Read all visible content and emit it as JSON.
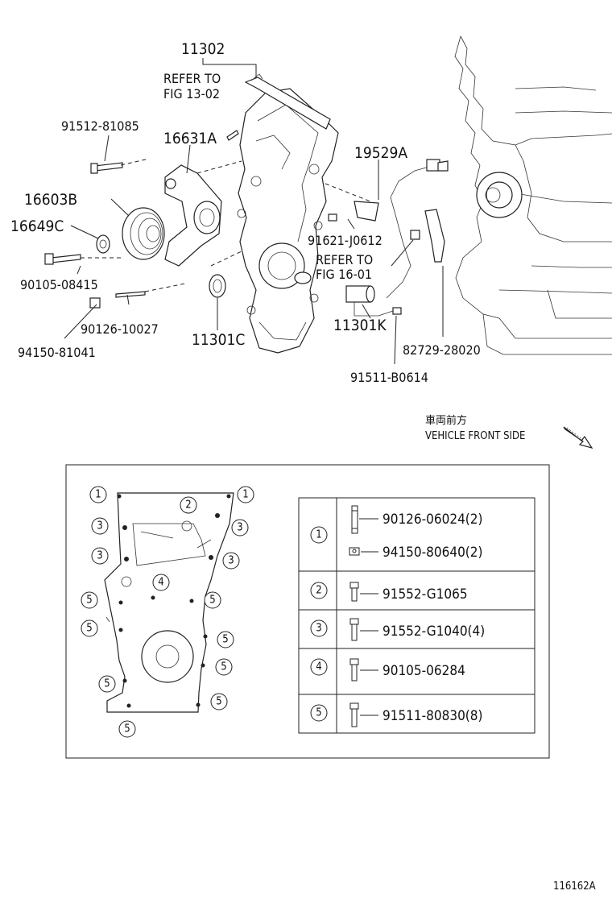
{
  "diagram_id": "116162A",
  "front_side": {
    "jp": "車両前方",
    "en": "VEHICLE FRONT SIDE"
  },
  "callouts": {
    "c11302": "11302",
    "refer1_a": "REFER TO",
    "refer1_b": "FIG 13-02",
    "c91512": "91512-81085",
    "c16631A": "16631A",
    "c16603B": "16603B",
    "c16649C": "16649C",
    "c90105": "90105-08415",
    "c90126": "90126-10027",
    "c94150": "94150-81041",
    "c11301C": "11301C",
    "c19529A": "19529A",
    "c91621": "91621-J0612",
    "refer2_a": "REFER TO",
    "refer2_b": "FIG 16-01",
    "c11301K": "11301K",
    "c82729": "82729-28020",
    "c91511": "91511-B0614"
  },
  "bolt_table": [
    {
      "key": "1",
      "parts": [
        "90126-06024(2)",
        "94150-80640(2)"
      ]
    },
    {
      "key": "2",
      "parts": [
        "91552-G1065"
      ]
    },
    {
      "key": "3",
      "parts": [
        "91552-G1040(4)"
      ]
    },
    {
      "key": "4",
      "parts": [
        "90105-06284"
      ]
    },
    {
      "key": "5",
      "parts": [
        "91511-80830(8)"
      ]
    }
  ],
  "cover_markers": [
    "1",
    "1",
    "2",
    "3",
    "3",
    "3",
    "3",
    "4",
    "5",
    "5",
    "5",
    "5",
    "5",
    "5",
    "5",
    "5"
  ]
}
